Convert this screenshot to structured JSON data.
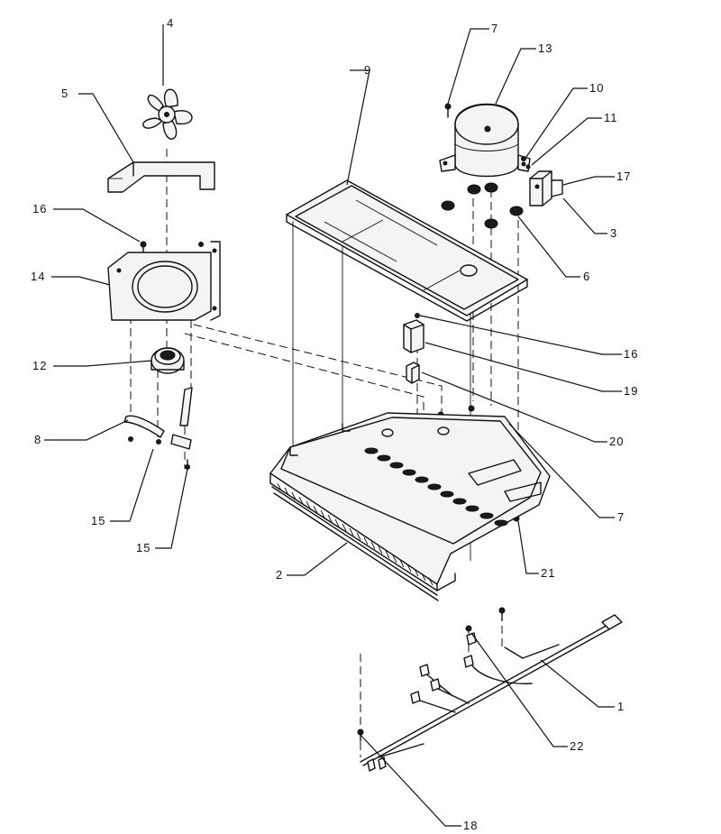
{
  "callouts": {
    "c1": "1",
    "c2": "2",
    "c3": "3",
    "c4": "4",
    "c5": "5",
    "c6": "6",
    "c7a": "7",
    "c7b": "7",
    "c8": "8",
    "c9": "9",
    "c10": "10",
    "c11": "11",
    "c12": "12",
    "c13": "13",
    "c14": "14",
    "c15a": "15",
    "c15b": "15",
    "c16a": "16",
    "c16b": "16",
    "c17": "17",
    "c18": "18",
    "c19": "19",
    "c20": "20",
    "c21": "21",
    "c22": "22"
  }
}
